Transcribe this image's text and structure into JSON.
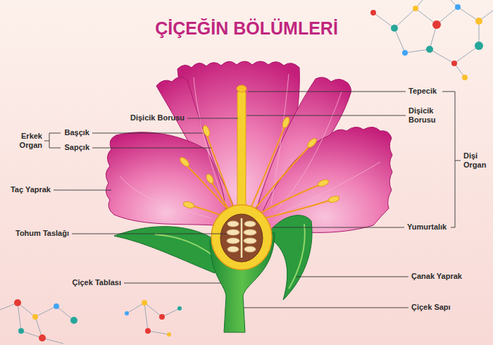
{
  "diagram": {
    "title": "ÇİÇEĞİN BÖLÜMLERİ",
    "labels": [
      "Tepecik",
      "Dişicik Borusu",
      "Dişicik Borusu",
      "Erkek Organ",
      "Başçık",
      "Sapçık",
      "Dişi Organ",
      "Taç Yaprak",
      "Tohum Taslağı",
      "Yumurtalık",
      "Çiçek Tablası",
      "Çanak Yaprak",
      "Çiçek Sapı"
    ]
  }
}
